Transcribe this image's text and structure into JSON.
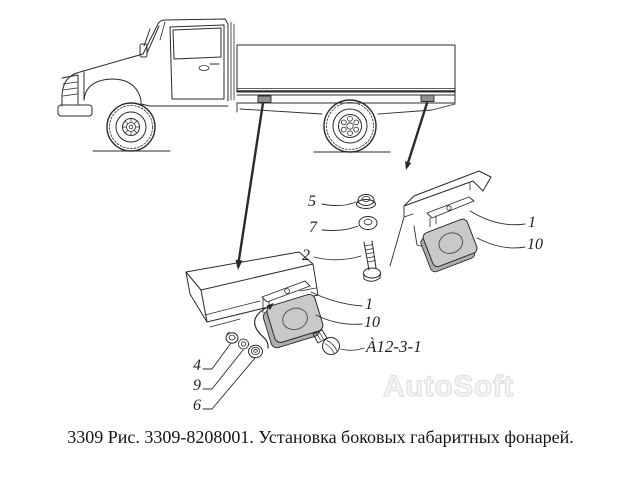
{
  "diagram": {
    "caption": "3309 Рис. 3309-8208001. Установка боковых габаритных фонарей.",
    "watermark": "AutoSoft",
    "callouts": [
      {
        "label": "5",
        "part": "flange-nut-upper"
      },
      {
        "label": "7",
        "part": "flat-washer-upper"
      },
      {
        "label": "2",
        "part": "bolt"
      },
      {
        "label": "1",
        "part": "lamp-bracket-upper"
      },
      {
        "label": "10",
        "part": "marker-lamp-upper"
      },
      {
        "label": "1",
        "part": "lamp-bracket-lower"
      },
      {
        "label": "10",
        "part": "marker-lamp-lower"
      },
      {
        "label": "4",
        "part": "nut-lower"
      },
      {
        "label": "9",
        "part": "lock-washer-lower"
      },
      {
        "label": "6",
        "part": "flat-washer-lower"
      },
      {
        "label": "À12-3-1",
        "part": "bulb"
      }
    ],
    "colors": {
      "line": "#2b2b2b",
      "lamp_fill": "#c9c9c9",
      "lamp_shadow": "#adadad",
      "marker_lamp_fill": "#8f8f8f",
      "watermark_outline": "#e2e2e2",
      "caption_text": "#151515"
    }
  }
}
